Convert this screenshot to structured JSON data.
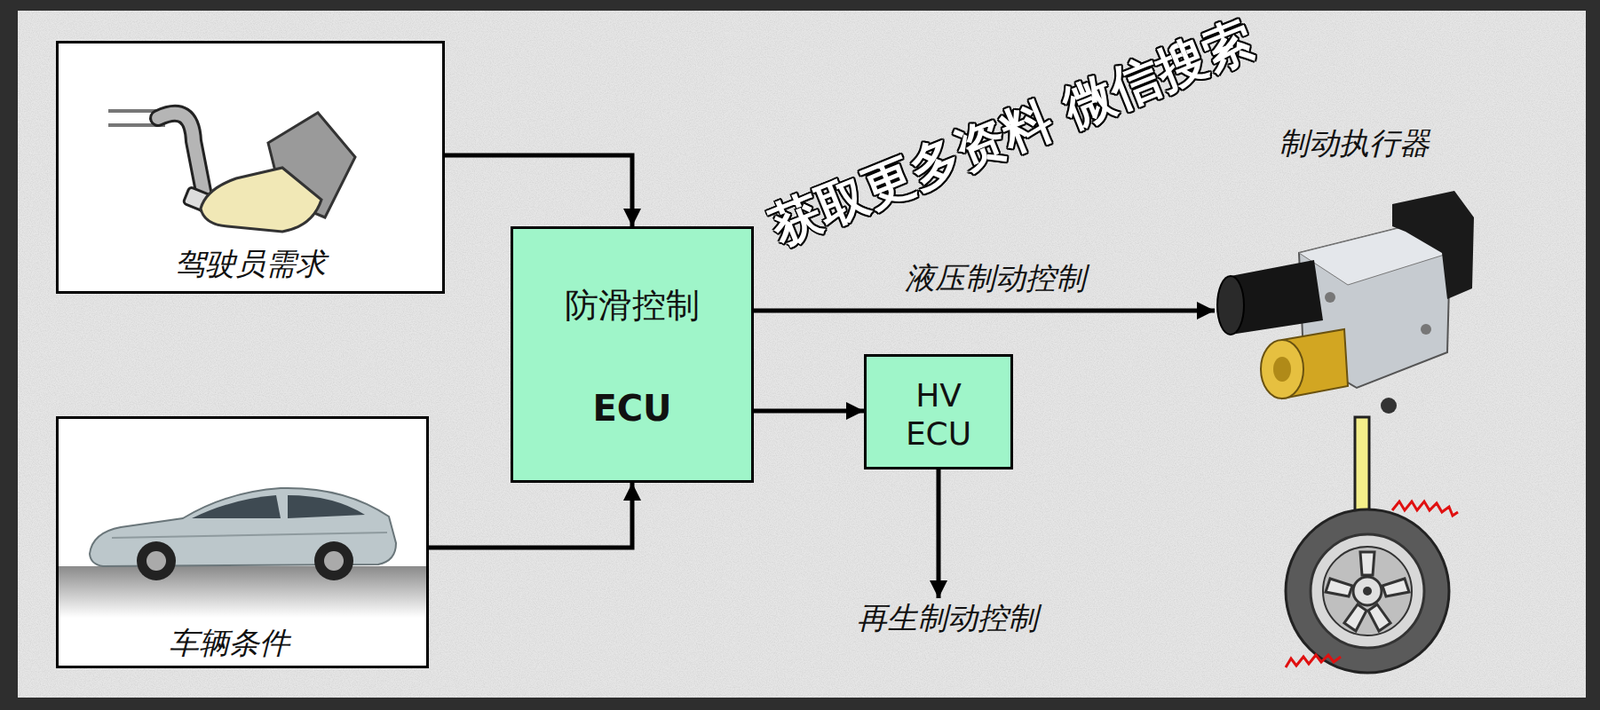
{
  "diagram": {
    "nodes": [
      {
        "text": [
          "驾驶员需求"
        ]
      },
      {
        "text": [
          "车辆条件"
        ]
      },
      {
        "text": [
          "防滑控制",
          "ECU"
        ]
      },
      {
        "text": [
          "HV ECU"
        ]
      },
      {
        "text": [
          "再生制动控制"
        ]
      },
      {
        "text": [
          "制动执行器"
        ]
      }
    ],
    "edges": [
      {
        "from": 0,
        "to": 2,
        "arrow": "to"
      },
      {
        "from": 1,
        "to": 2,
        "arrow": "to"
      },
      {
        "from": 2,
        "to": 5,
        "label": "液压制动控制",
        "arrow": "to"
      },
      {
        "from": 2,
        "to": 3,
        "arrow": "to"
      },
      {
        "from": 3,
        "to": 4,
        "arrow": "to"
      }
    ],
    "labels": [
      "获取更多资料 微信搜索"
    ]
  }
}
